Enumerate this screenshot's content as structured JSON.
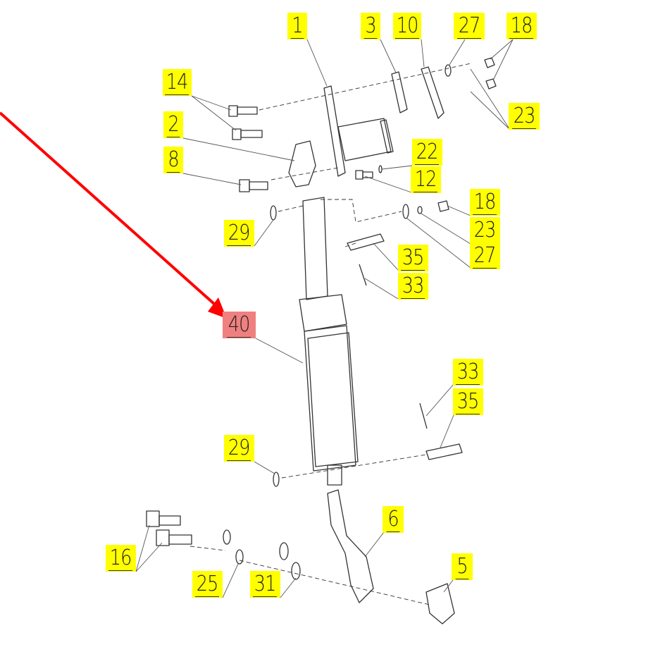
{
  "diagram": {
    "type": "exploded parts diagram",
    "highlight_color": "#f08080",
    "label_color": "#ffff00",
    "arrow_color": "#ff0000",
    "highlighted_part": "40",
    "labels": [
      "1",
      "3",
      "10",
      "27",
      "18",
      "14",
      "23",
      "2",
      "8",
      "22",
      "12",
      "18",
      "29",
      "23",
      "35",
      "27",
      "33",
      "40",
      "33",
      "35",
      "29",
      "6",
      "5",
      "16",
      "25",
      "31"
    ]
  }
}
